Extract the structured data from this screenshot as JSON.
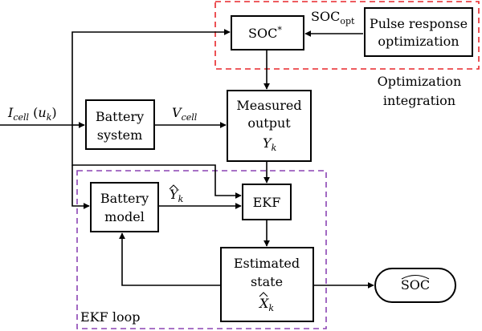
{
  "colors": {
    "optimization_group": "#e8262a",
    "ekf_group": "#8b44b4",
    "line": "#000000"
  },
  "groups": {
    "optimization": {
      "line1": "Optimization",
      "line2": "integration"
    },
    "ekf_loop": {
      "label": "EKF loop"
    }
  },
  "nodes": {
    "soc_ref": {
      "base": "SOC",
      "sup": "*"
    },
    "pulse": {
      "line1": "Pulse response",
      "line2": "optimization"
    },
    "measured": {
      "line1": "Measured",
      "line2": "output",
      "var": "Y",
      "sub": "k"
    },
    "battery_system": {
      "line1": "Battery",
      "line2": "system"
    },
    "battery_model": {
      "line1": "Battery",
      "line2": "model"
    },
    "ekf": {
      "label": "EKF"
    },
    "estimated": {
      "line1": "Estimated",
      "line2": "state",
      "var": "X",
      "sub": "k"
    },
    "soc_out": {
      "label": "SOC"
    }
  },
  "edge_labels": {
    "soc_opt": {
      "base": "SOC",
      "sub": "opt"
    },
    "input": {
      "var": "I",
      "sub": "cell",
      "arg": "u",
      "arg_sub": "k"
    },
    "vcell": {
      "var": "V",
      "sub": "cell"
    },
    "yhat": {
      "var": "Y",
      "sub": "k"
    }
  }
}
